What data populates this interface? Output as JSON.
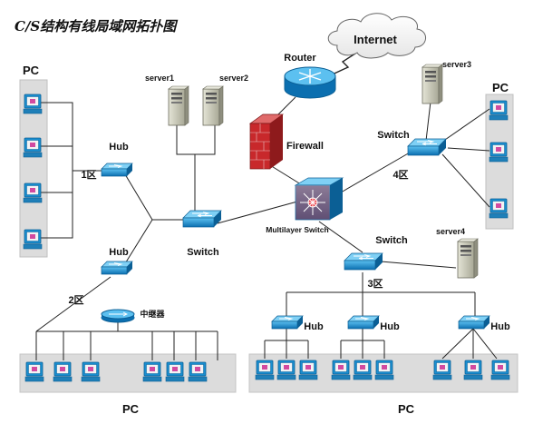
{
  "title": "C/S结构有线局域网拓扑图",
  "labels": {
    "internet": "Internet",
    "router": "Router",
    "firewall": "Firewall",
    "multilayer_switch": "Multilayer Switch",
    "switch_center": "Switch",
    "switch_right": "Switch",
    "switch_bottom": "Switch",
    "hub_1": "Hub",
    "hub_2": "Hub",
    "hub_3a": "Hub",
    "hub_3b": "Hub",
    "hub_3c": "Hub",
    "server1": "server1",
    "server2": "server2",
    "server3": "server3",
    "server4": "server4",
    "zone1": "1区",
    "zone2": "2区",
    "zone3": "3区",
    "zone4": "4区",
    "repeater": "中继器",
    "pc_left": "PC",
    "pc_right": "PC",
    "pc_bottom_left": "PC",
    "pc_bottom_right": "PC"
  },
  "colors": {
    "device_blue": "#1a8fd0",
    "device_dark": "#0b5f95",
    "firewall_red": "#c8282b",
    "panel_gray": "#dcdcdc",
    "server_gray": "#c9c9b8"
  }
}
